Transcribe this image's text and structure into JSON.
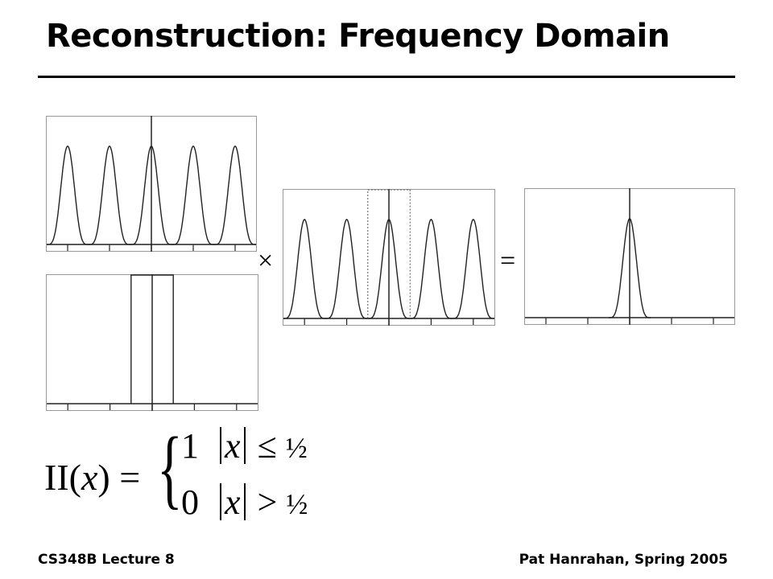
{
  "slide": {
    "title": "Reconstruction: Frequency Domain",
    "footer_left": "CS348B Lecture 8",
    "footer_right": "Pat Hanrahan, Spring 2005",
    "times_symbol": "×",
    "equals_symbol": "="
  },
  "formula": {
    "lhs_fn": "II(",
    "lhs_var": "x",
    "lhs_close": ") =",
    "brace": "{",
    "case1_value": "1",
    "case1_var": "x",
    "case1_op": "≤",
    "case1_bound": "½",
    "case2_value": "0",
    "case2_var": "x",
    "case2_op": ">",
    "case2_bound": "½"
  },
  "chart_data": [
    {
      "type": "line",
      "name": "sampled-spectrum",
      "peaks": [
        -2,
        -1,
        0,
        1,
        2
      ],
      "xlim": [
        -2.5,
        2.5
      ],
      "ylim": [
        0,
        1.3
      ],
      "xticks": [
        -2,
        -1,
        0,
        1,
        2
      ],
      "box": null
    },
    {
      "type": "line",
      "name": "box-filter",
      "box": {
        "from": -0.5,
        "to": 0.5,
        "height": 1.4,
        "style": "solid"
      },
      "peaks": [],
      "xlim": [
        -2.5,
        2.5
      ],
      "ylim": [
        0,
        1.4
      ],
      "xticks": [
        -2,
        -1,
        0,
        1,
        2
      ]
    },
    {
      "type": "line",
      "name": "product-with-box",
      "peaks": [
        -2,
        -1,
        0,
        1,
        2
      ],
      "box": {
        "from": -0.5,
        "to": 0.5,
        "height": 1.3,
        "style": "dotted"
      },
      "xlim": [
        -2.5,
        2.5
      ],
      "ylim": [
        0,
        1.3
      ],
      "xticks": [
        -2,
        -1,
        0,
        1,
        2
      ]
    },
    {
      "type": "line",
      "name": "reconstructed-spectrum",
      "peaks": [
        0
      ],
      "xlim": [
        -2.5,
        2.5
      ],
      "ylim": [
        0,
        1.3
      ],
      "xticks": [
        -2,
        -1,
        0,
        1,
        2
      ],
      "box": null
    }
  ]
}
